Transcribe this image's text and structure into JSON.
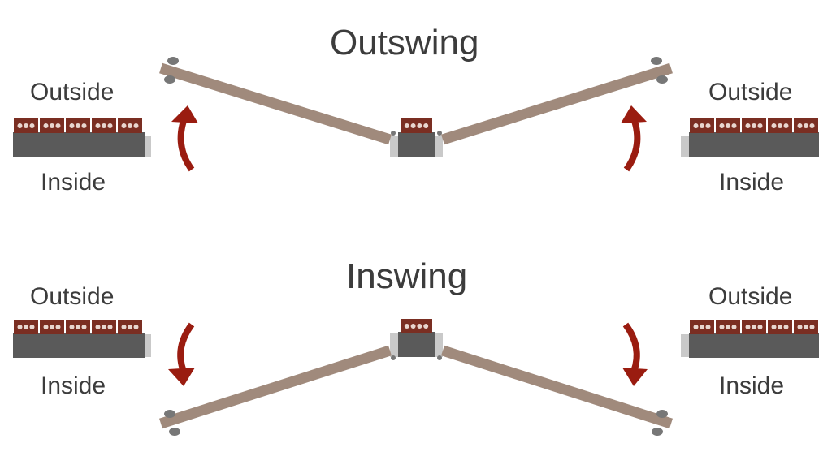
{
  "colors": {
    "door": "#a08a7c",
    "wall": "#5a5a5a",
    "brick": "#7a2e22",
    "brick_dot": "#e8d6cf",
    "jamb": "#c9c9c9",
    "hinge": "#777777",
    "arrow": "#9a1c10",
    "text": "#3c3c3c"
  },
  "outswing": {
    "title": "Outswing",
    "left": {
      "outside_label": "Outside",
      "inside_label": "Inside",
      "arrow_icon": "arrow-up-curved"
    },
    "right": {
      "outside_label": "Outside",
      "inside_label": "Inside",
      "arrow_icon": "arrow-up-curved"
    }
  },
  "inswing": {
    "title": "Inswing",
    "left": {
      "outside_label": "Outside",
      "inside_label": "Inside",
      "arrow_icon": "arrow-down-curved"
    },
    "right": {
      "outside_label": "Outside",
      "inside_label": "Inside",
      "arrow_icon": "arrow-down-curved"
    }
  }
}
